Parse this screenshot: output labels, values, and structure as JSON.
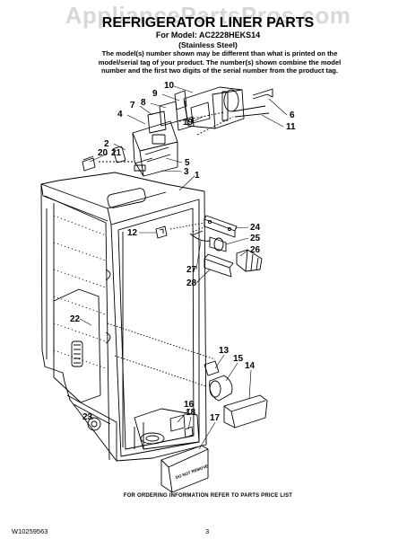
{
  "watermark": "AppliancePartsPros.com",
  "header": {
    "title": "REFRIGERATOR LINER PARTS",
    "model_line": "For Model: AC2228HEKS14",
    "variant": "(Stainless Steel)",
    "note": "The model(s) number shown may be different than what is printed on the model/serial tag of your product. The number(s) shown combine the model number and the first two digits of the serial number from the product tag."
  },
  "callouts": [
    "1",
    "2",
    "3",
    "4",
    "5",
    "6",
    "7",
    "8",
    "9",
    "10",
    "11",
    "12",
    "13",
    "14",
    "15",
    "16",
    "17",
    "18",
    "19",
    "20",
    "21",
    "22",
    "23",
    "24",
    "25",
    "26",
    "27",
    "28"
  ],
  "stamp_text": "DO NOT REMOVE",
  "footer": {
    "ordering": "FOR ORDERING INFORMATION REFER TO PARTS PRICE LIST",
    "doc_number": "W10259563",
    "page": "3"
  }
}
